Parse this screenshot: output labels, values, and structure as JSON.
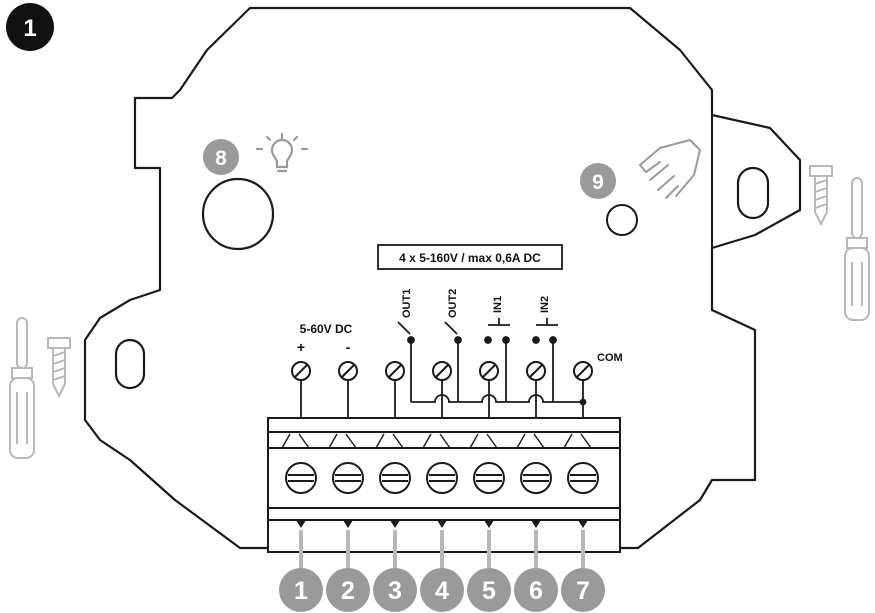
{
  "figure_badge": "1",
  "rating_label": "4 x 5-160V / max 0,6A DC",
  "supply": {
    "voltage": "5-60V DC",
    "plus": "+",
    "minus": "-"
  },
  "channels": {
    "out1": "OUT1",
    "out2": "OUT2",
    "in1": "IN1",
    "in2": "IN2",
    "com": "COM"
  },
  "callouts": {
    "led": "8",
    "button": "9"
  },
  "terminals": [
    "1",
    "2",
    "3",
    "4",
    "5",
    "6",
    "7"
  ],
  "colors": {
    "line": "#1a1a1a",
    "gray": "#9a9a9a",
    "light_gray": "#b8b8b8",
    "badge": "#111111"
  }
}
